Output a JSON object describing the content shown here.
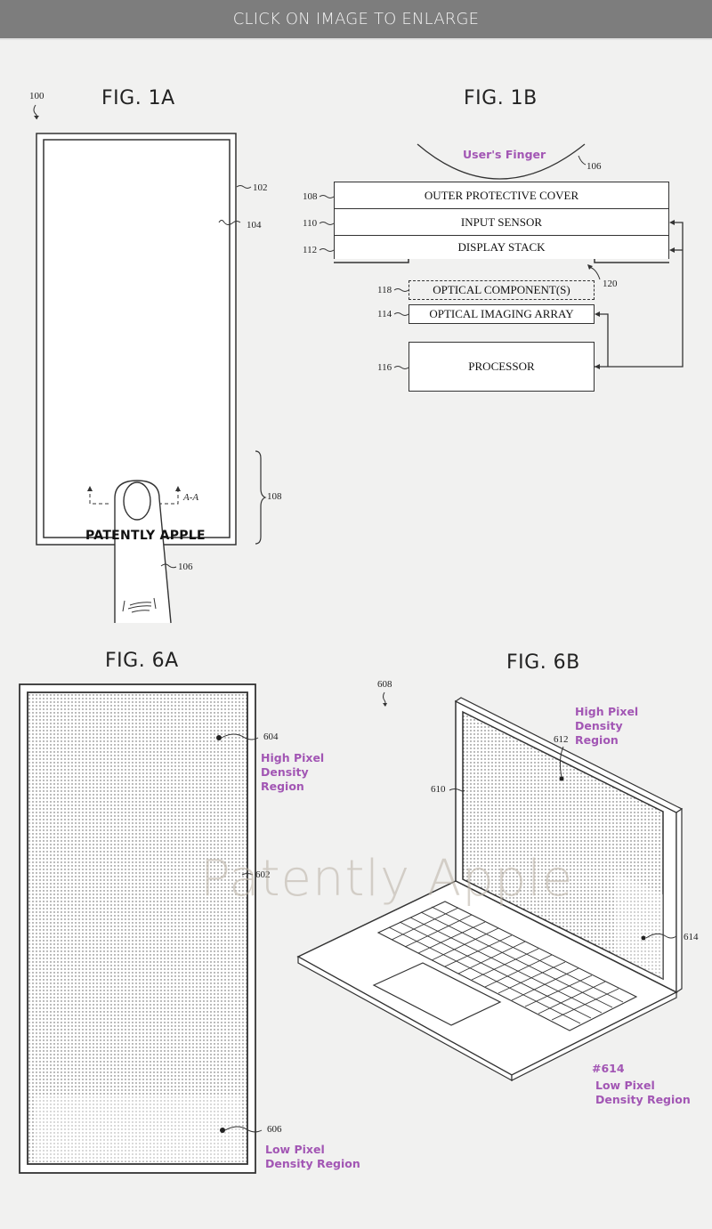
{
  "banner": {
    "text": "CLICK ON IMAGE TO ENLARGE"
  },
  "fig1a": {
    "title": "FIG. 1A",
    "refs": {
      "device": "100",
      "housing": "102",
      "display": "104",
      "finger": "106",
      "region": "108",
      "section": "A-A"
    },
    "logo_text": "PATENTLY APPLE"
  },
  "fig1b": {
    "title": "FIG. 1B",
    "finger_label": "User's Finger",
    "finger_ref": "106",
    "layers": [
      {
        "ref": "108",
        "label": "OUTER PROTECTIVE COVER"
      },
      {
        "ref": "110",
        "label": "INPUT SENSOR"
      },
      {
        "ref": "112",
        "label": "DISPLAY STACK"
      }
    ],
    "recess_ref": "120",
    "components": [
      {
        "ref": "118",
        "label": "OPTICAL COMPONENT(S)",
        "style": "dashed"
      },
      {
        "ref": "114",
        "label": "OPTICAL IMAGING ARRAY",
        "style": "solid"
      },
      {
        "ref": "116",
        "label": "PROCESSOR",
        "style": "solid"
      }
    ]
  },
  "fig6a": {
    "title": "FIG. 6A",
    "refs": {
      "display": "602",
      "high_region": "604",
      "low_region": "606"
    },
    "high_label": [
      "High Pixel",
      "Density",
      "Region"
    ],
    "low_label": [
      "Low Pixel",
      "Density Region"
    ]
  },
  "fig6b": {
    "title": "FIG. 6B",
    "refs": {
      "device": "608",
      "display": "610",
      "high_region": "612",
      "low_region": "614"
    },
    "high_label": [
      "High Pixel",
      "Density",
      "Region"
    ],
    "low_ref_label": "#614",
    "low_label": [
      "Low Pixel",
      "Density Region"
    ]
  },
  "watermark": {
    "text": "Patently Apple"
  },
  "colors": {
    "annotation": "#a256b4",
    "banner_bg": "#7d7d7d",
    "page_bg": "#f1f1f0",
    "line": "#333333"
  }
}
